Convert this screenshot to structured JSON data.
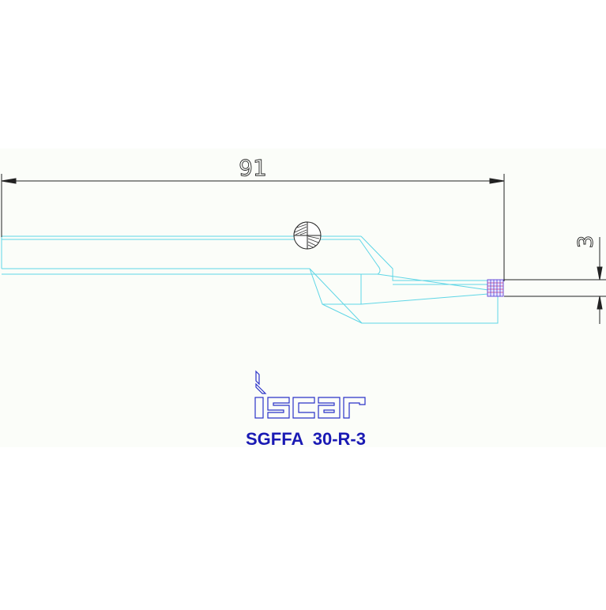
{
  "drawing": {
    "dimension_length": "91",
    "dimension_width": "3",
    "logo_text": "iscar",
    "part_number": "SGFFA  30-R-3"
  },
  "colors": {
    "outline": "#5fd6e6",
    "dimension": "#222222",
    "logo": "#2a32c8",
    "title": "#1a1ab4",
    "hatch": "#6e52d8",
    "background": "#ffffff",
    "panel": "#fbfdf9"
  }
}
